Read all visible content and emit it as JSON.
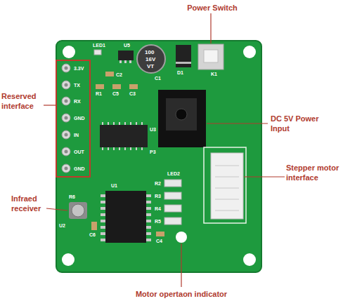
{
  "diagram": {
    "labels": [
      "Power Switch",
      "Reserved interface",
      "DC 5V Power Input",
      "Stepper motor interface",
      "Infraed receiver",
      "Motor opertaon indicator",
      "LED1",
      "U5",
      "3.3V",
      "TX",
      "RX",
      "GND",
      "IN",
      "OUT",
      "GND",
      "C2",
      "R1",
      "C5",
      "C3",
      "C1",
      "D1",
      "K1",
      "U3",
      "P3",
      "LED2",
      "R2",
      "R3",
      "R4",
      "R5",
      "R6",
      "U2",
      "U1",
      "C6",
      "C4",
      "100",
      "16V",
      "VT"
    ]
  }
}
